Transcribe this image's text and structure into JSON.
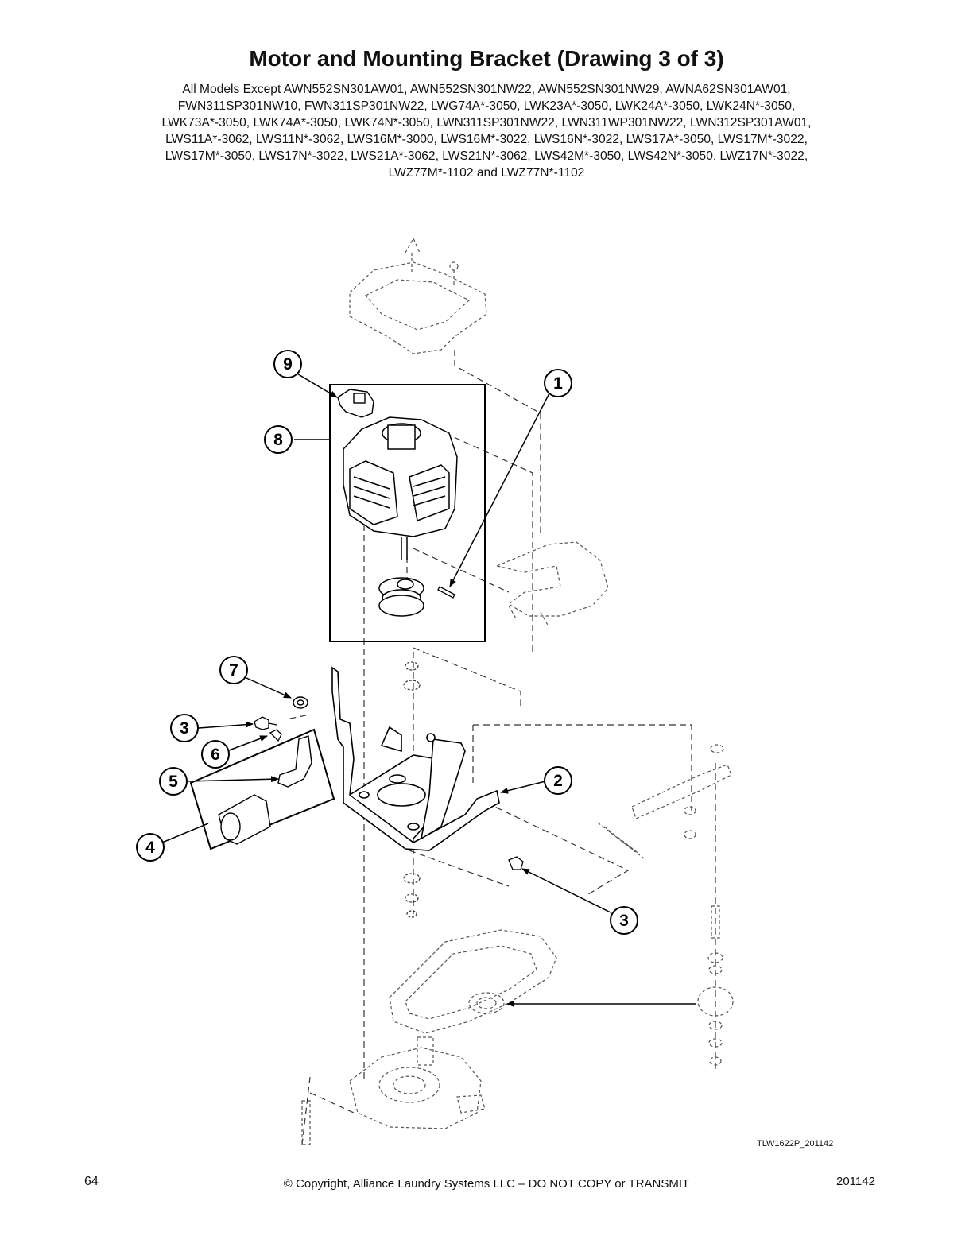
{
  "title": "Motor and Mounting Bracket (Drawing 3 of 3)",
  "subtitle_lines": [
    "All Models Except AWN552SN301AW01, AWN552SN301NW22, AWN552SN301NW29, AWNA62SN301AW01,",
    "FWN311SP301NW10, FWN311SP301NW22, LWG74A*-3050, LWK23A*-3050, LWK24A*-3050, LWK24N*-3050,",
    "LWK73A*-3050, LWK74A*-3050, LWK74N*-3050, LWN311SP301NW22, LWN311WP301NW22, LWN312SP301AW01,",
    "LWS11A*-3062, LWS11N*-3062, LWS16M*-3000, LWS16M*-3022, LWS16N*-3022, LWS17A*-3050, LWS17M*-3022,",
    "LWS17M*-3050, LWS17N*-3022, LWS21A*-3062, LWS21N*-3062, LWS42M*-3050, LWS42N*-3050, LWZ17N*-3022,",
    "LWZ77M*-1102 and LWZ77N*-1102"
  ],
  "callouts": [
    "1",
    "2",
    "3",
    "3",
    "4",
    "5",
    "6",
    "7",
    "8",
    "9"
  ],
  "drawing_code": "TLW1622P_201142",
  "footer": {
    "page_number": "64",
    "copyright": "© Copyright, Alliance Laundry Systems LLC – DO NOT COPY or TRANSMIT",
    "code": "201142"
  }
}
